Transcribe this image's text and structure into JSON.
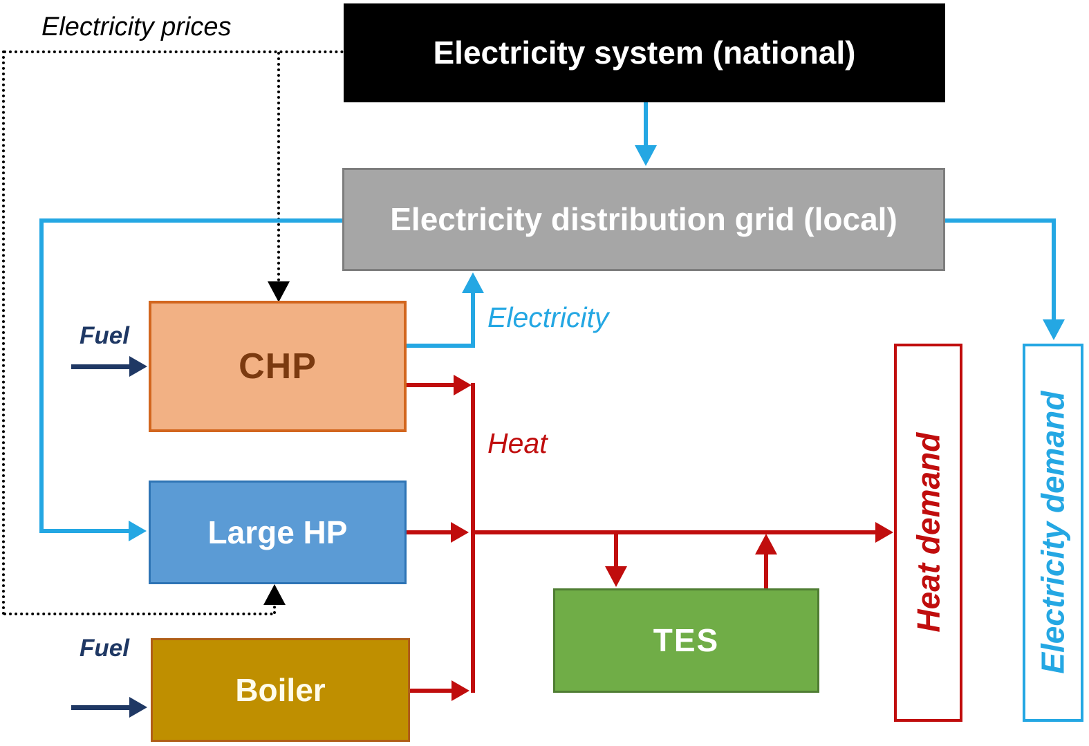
{
  "nodes": {
    "electricity_system": {
      "label": "Electricity system (national)"
    },
    "distribution_grid": {
      "label": "Electricity distribution grid (local)"
    },
    "chp": {
      "label": "CHP"
    },
    "large_hp": {
      "label": "Large HP"
    },
    "boiler": {
      "label": "Boiler"
    },
    "tes": {
      "label": "TES"
    },
    "heat_demand": {
      "label": "Heat demand"
    },
    "electricity_demand": {
      "label": "Electricity demand"
    }
  },
  "labels": {
    "electricity_prices": "Electricity prices",
    "fuel_chp": "Fuel",
    "fuel_boiler": "Fuel",
    "electricity_flow": "Electricity",
    "heat_flow": "Heat"
  },
  "colors": {
    "electricity": "#24a7e3",
    "heat": "#c00d0d",
    "fuel": "#1f3864",
    "dotted": "#000000",
    "national_bg": "#000000",
    "national_text": "#ffffff",
    "grid_bg": "#a6a6a6",
    "grid_border": "#7d7d7d",
    "grid_text": "#ffffff",
    "chp_bg": "#f2b184",
    "chp_border": "#d2661e",
    "chp_text": "#7b3a10",
    "hp_bg": "#5b9bd5",
    "hp_border": "#2e74b5",
    "hp_text": "#ffffff",
    "boiler_bg": "#bf8f00",
    "boiler_border": "#b05e17",
    "boiler_text": "#fffceb",
    "tes_bg": "#70ad47",
    "tes_border": "#4f7d33",
    "tes_text": "#ffffff",
    "demand_bg": "#ffffff"
  }
}
